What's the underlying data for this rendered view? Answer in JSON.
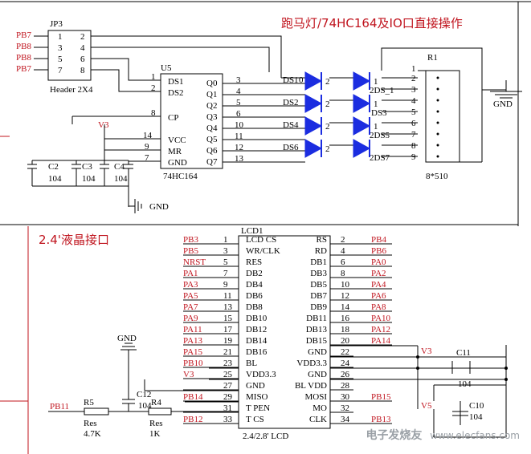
{
  "titles": {
    "top": "跑马灯/74HC164及IO口直接操作",
    "bottom": "2.4'液晶接口"
  },
  "jp3": {
    "ref": "JP3",
    "name": "Header 2X4",
    "ports": [
      "PB7",
      "PB8",
      "PB8",
      "PB7"
    ],
    "pins_left": [
      "1",
      "3",
      "5",
      "7"
    ],
    "pins_right": [
      "2",
      "4",
      "6",
      "8"
    ]
  },
  "u5": {
    "ref": "U5",
    "name": "74HC164",
    "left": [
      {
        "num": "1",
        "name": "DS1"
      },
      {
        "num": "2",
        "name": "DS2"
      },
      {
        "num": "8",
        "name": "CP"
      },
      {
        "num": "14",
        "name": "VCC"
      },
      {
        "num": "9",
        "name": "MR"
      },
      {
        "num": "7",
        "name": "GND"
      }
    ],
    "right": [
      {
        "num": "3",
        "name": "Q0"
      },
      {
        "num": "4",
        "name": "Q1"
      },
      {
        "num": "5",
        "name": "Q2"
      },
      {
        "num": "6",
        "name": "Q3"
      },
      {
        "num": "10",
        "name": "Q4"
      },
      {
        "num": "11",
        "name": "Q5"
      },
      {
        "num": "12",
        "name": "Q6"
      },
      {
        "num": "13",
        "name": "Q7"
      }
    ]
  },
  "caps_top": [
    {
      "ref": "C2",
      "value": "104"
    },
    {
      "ref": "C3",
      "value": "104"
    },
    {
      "ref": "C4",
      "value": "104"
    }
  ],
  "v3_top": "V3",
  "gnd_top": "GND",
  "leds": {
    "labels": [
      "DS1",
      "0",
      "DS2",
      "DS4",
      "DS6",
      "2DS_1",
      "DS3",
      "2DS5",
      "2DS7"
    ],
    "pin_nums": [
      "1",
      "2",
      "1",
      "2",
      "1",
      "2",
      "1",
      "2"
    ]
  },
  "r1": {
    "ref": "R1",
    "value": "8*510",
    "pins": [
      "1",
      "2",
      "3",
      "4",
      "5",
      "6",
      "7",
      "8",
      "9"
    ],
    "gnd": "GND"
  },
  "lcd": {
    "ref": "LCD1",
    "name": "2.4/2.8' LCD",
    "left": [
      {
        "net": "PB3",
        "num": "1",
        "name": "LCD CS"
      },
      {
        "net": "PB5",
        "num": "3",
        "name": "WR/CLK"
      },
      {
        "net": "NRST",
        "num": "5",
        "name": "RES"
      },
      {
        "net": "PA1",
        "num": "7",
        "name": "DB2"
      },
      {
        "net": "PA3",
        "num": "9",
        "name": "DB4"
      },
      {
        "net": "PA5",
        "num": "11",
        "name": "DB6"
      },
      {
        "net": "PA7",
        "num": "13",
        "name": "DB8"
      },
      {
        "net": "PA9",
        "num": "15",
        "name": "DB10"
      },
      {
        "net": "PA11",
        "num": "17",
        "name": "DB12"
      },
      {
        "net": "PA13",
        "num": "19",
        "name": "DB14"
      },
      {
        "net": "PA15",
        "num": "21",
        "name": "DB16"
      },
      {
        "net": "PB10",
        "num": "23",
        "name": "BL"
      },
      {
        "net": "V3",
        "num": "25",
        "name": "VDD3.3"
      },
      {
        "net": "",
        "num": "27",
        "name": "GND"
      },
      {
        "net": "PB14",
        "num": "29",
        "name": "MISO"
      },
      {
        "net": "",
        "num": "31",
        "name": "T PEN"
      },
      {
        "net": "PB12",
        "num": "33",
        "name": "T CS"
      }
    ],
    "right": [
      {
        "name": "RS",
        "num": "2",
        "net": "PB4"
      },
      {
        "name": "RD",
        "num": "4",
        "net": "PB6"
      },
      {
        "name": "DB1",
        "num": "6",
        "net": "PA0"
      },
      {
        "name": "DB3",
        "num": "8",
        "net": "PA2"
      },
      {
        "name": "DB5",
        "num": "10",
        "net": "PA4"
      },
      {
        "name": "DB7",
        "num": "12",
        "net": "PA6"
      },
      {
        "name": "DB9",
        "num": "14",
        "net": "PA8"
      },
      {
        "name": "DB11",
        "num": "16",
        "net": "PA10"
      },
      {
        "name": "DB13",
        "num": "18",
        "net": "PA12"
      },
      {
        "name": "DB15",
        "num": "20",
        "net": "PA14"
      },
      {
        "name": "GND",
        "num": "22",
        "net": ""
      },
      {
        "name": "VDD3.3",
        "num": "24",
        "net": ""
      },
      {
        "name": "GND",
        "num": "26",
        "net": ""
      },
      {
        "name": "BL VDD",
        "num": "28",
        "net": ""
      },
      {
        "name": "MOSI",
        "num": "30",
        "net": "PB15"
      },
      {
        "name": "MO",
        "num": "32",
        "net": ""
      },
      {
        "name": "CLK",
        "num": "34",
        "net": "PB13"
      }
    ]
  },
  "bottom_parts": {
    "gnd": "GND",
    "c12": "C12",
    "c12_value": "104",
    "r5": "R5",
    "r5_name": "Res",
    "r5_value": "4.7K",
    "r4": "R4",
    "r4_name": "Res",
    "r4_value": "1K",
    "pb11": "PB11",
    "v3_right": "V3",
    "c11": "C11",
    "c11_value": "104",
    "v5": "V5",
    "c10": "C10",
    "c10_value": "104"
  },
  "watermark": {
    "logo": "电子发烧友",
    "url": "www.elecfans.com"
  }
}
